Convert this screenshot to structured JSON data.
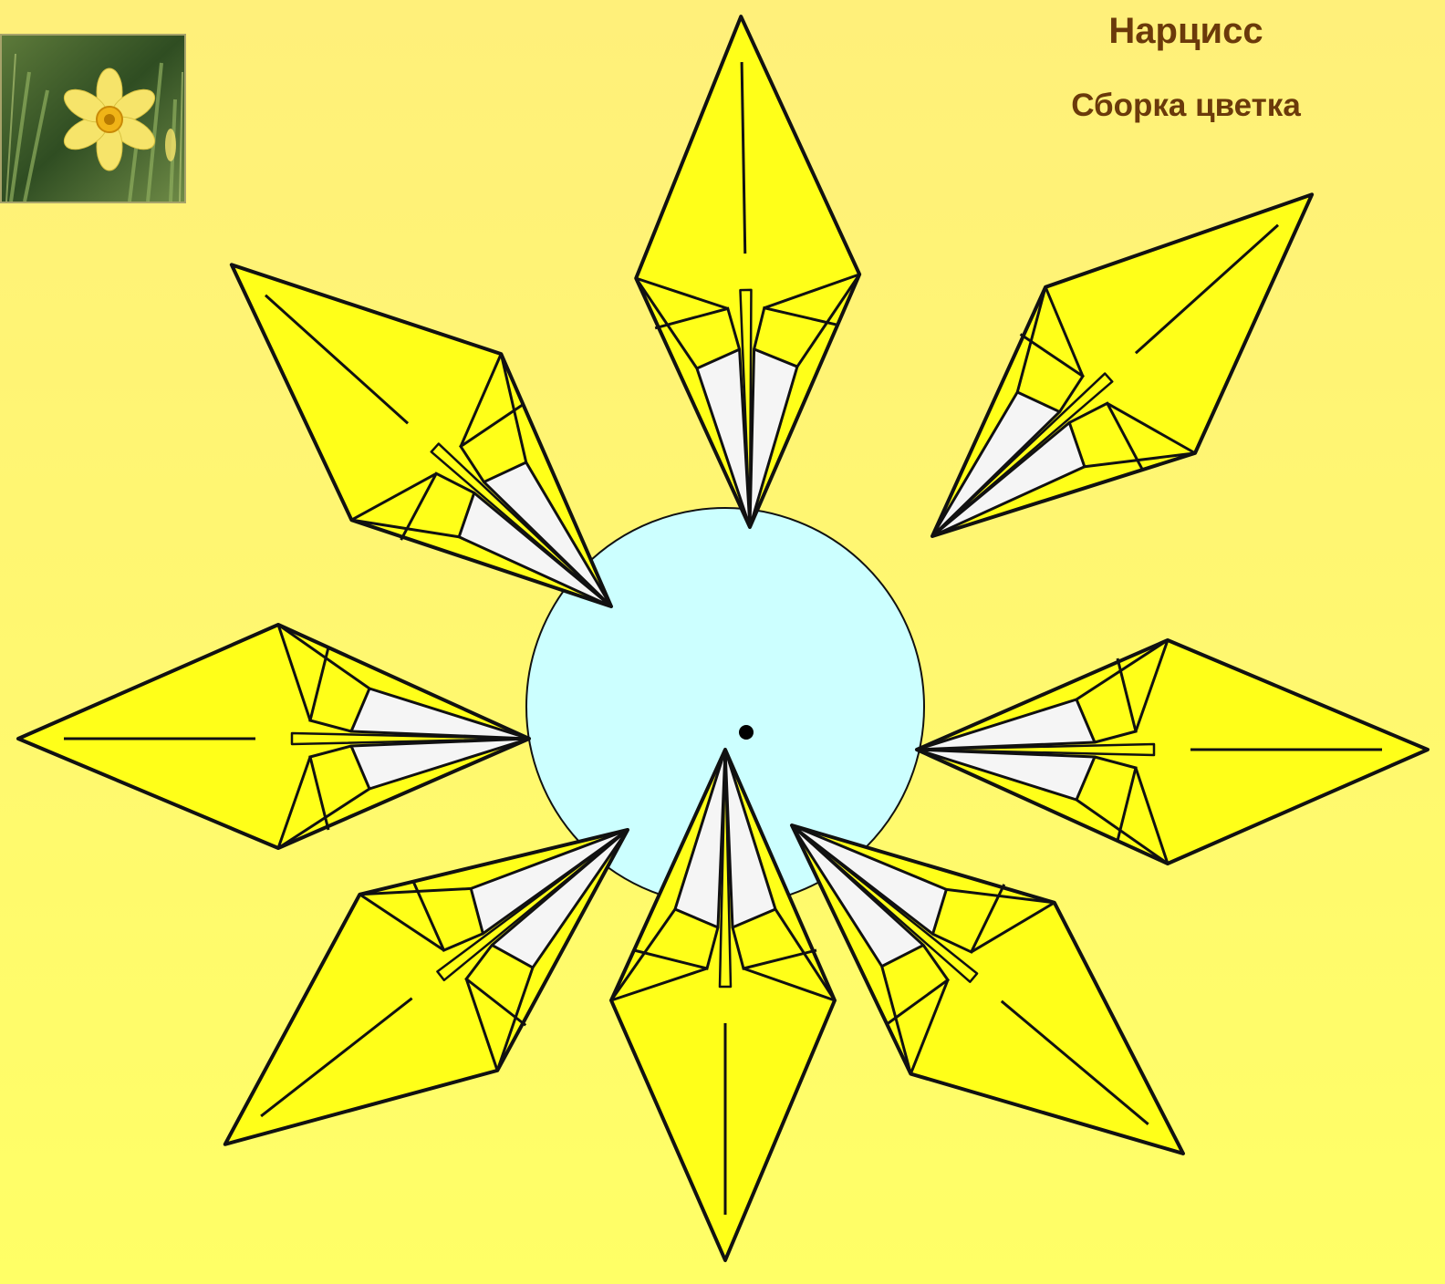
{
  "slide": {
    "title": "Нарцисс",
    "subtitle": "Сборка цветка"
  },
  "colors": {
    "background_top": "#fff07a",
    "background_bottom": "#ffff66",
    "title_text": "#6b3a0a",
    "petal_yellow": "#ffff19",
    "petal_white": "#f5f5f5",
    "center_disk": "#ccffff",
    "outline": "#111111"
  },
  "diagram": {
    "petal_count": 8
  },
  "thumbnail": {
    "icon": "daffodil-photo-icon"
  }
}
